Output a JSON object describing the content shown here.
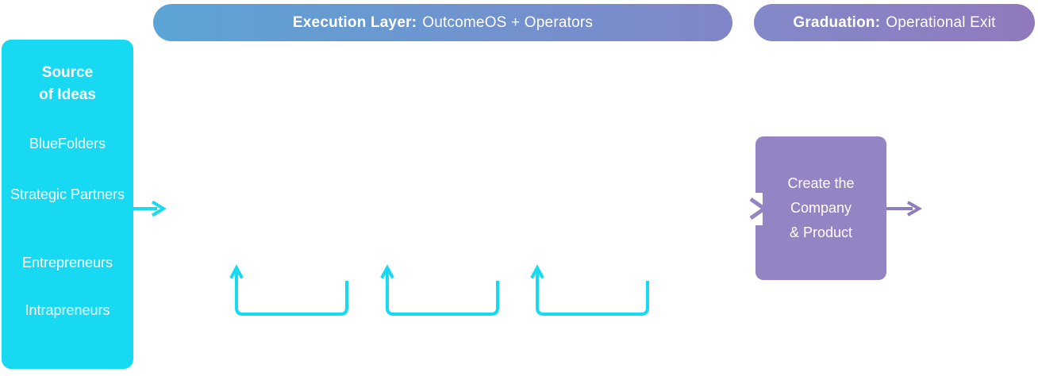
{
  "colors": {
    "cyan": "#18d9f2",
    "purple_box": "#9484c4",
    "arrow_purple": "#8d7cbe",
    "pill1_start": "#5ba4d6",
    "pill1_end": "#8186c8",
    "pill2_start": "#8289c9",
    "pill2_end": "#9179bd",
    "text": "#ffffff"
  },
  "header": {
    "execution_pill": {
      "bold": "Execution Layer:",
      "text": "OutcomeOS + Operators"
    },
    "graduation_pill": {
      "bold": "Graduation:",
      "text": "Operational Exit"
    }
  },
  "source_box": {
    "title_line1": "Source",
    "title_line2": "of Ideas",
    "items": [
      "BlueFolders",
      "Strategic Partners",
      "Entrepreneurs",
      "Intrapreneurs"
    ]
  },
  "create_box": {
    "lines": [
      "Create the",
      "Company",
      "& Product"
    ]
  },
  "icons": {
    "flow_arrow": "arrow-right",
    "feedback_loop": "loop-return-up-arrow"
  }
}
